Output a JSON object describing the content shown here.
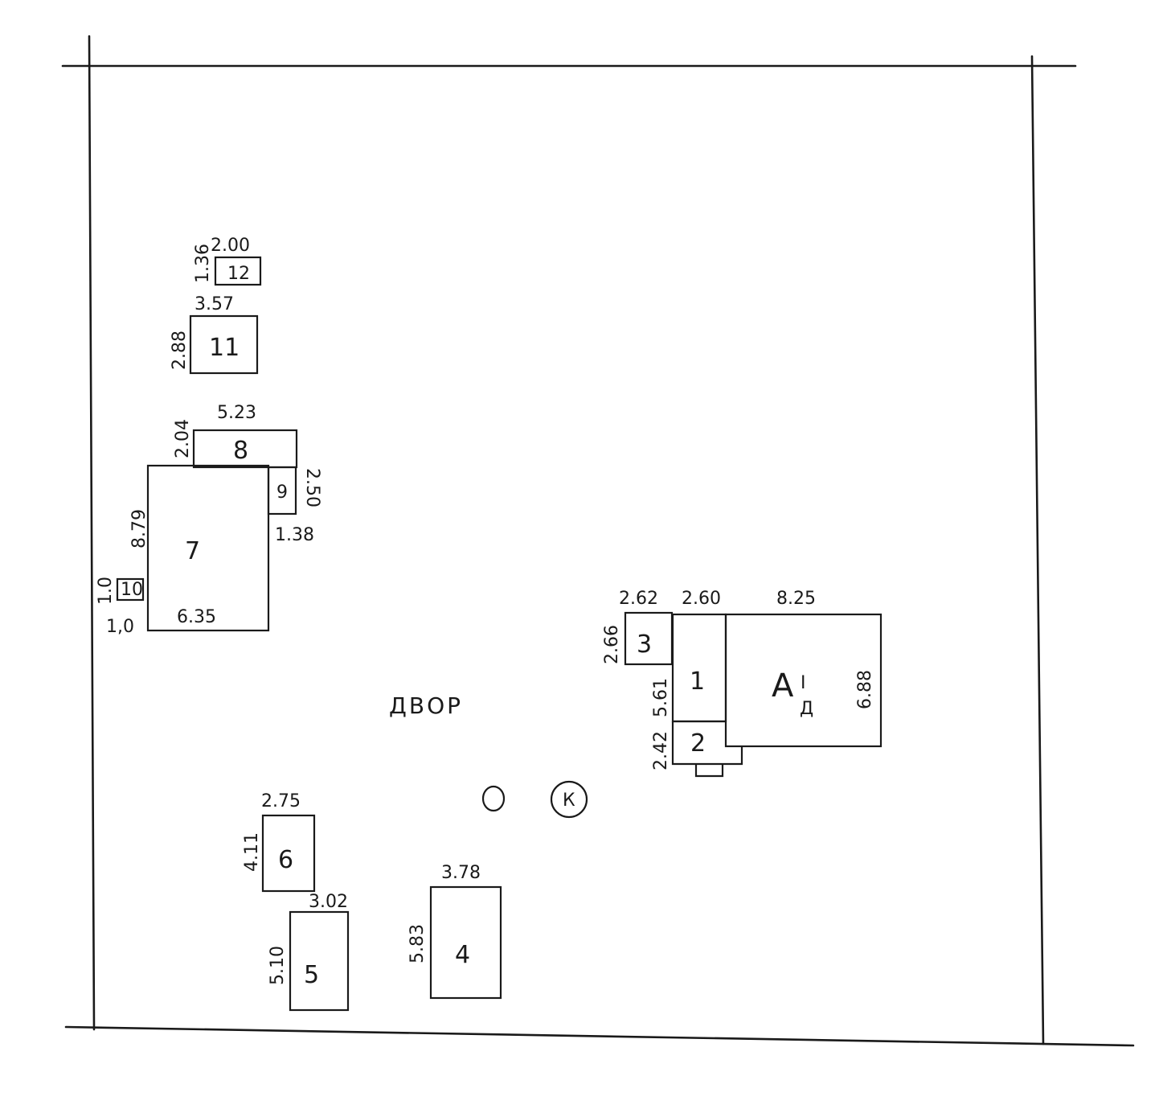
{
  "yard_label": "ДВОР",
  "well_label": "К",
  "buildings": [
    {
      "id": "b12",
      "label": "12",
      "width": "2.00",
      "height": "1.36"
    },
    {
      "id": "b11",
      "label": "11",
      "width": "3.57",
      "height": "2.88"
    },
    {
      "id": "b8",
      "label": "8",
      "width": "5.23",
      "height": "2.04"
    },
    {
      "id": "b9",
      "label": "9",
      "width": "1.38",
      "height": "2.50"
    },
    {
      "id": "b7",
      "label": "7",
      "width": "6.35",
      "height": "8.79"
    },
    {
      "id": "b10",
      "label": "10",
      "width": "1,0",
      "height": "1.0"
    },
    {
      "id": "b6",
      "label": "6",
      "width": "2.75",
      "height": "4.11"
    },
    {
      "id": "b5",
      "label": "5",
      "width": "3.02",
      "height": "5.10"
    },
    {
      "id": "b4",
      "label": "4",
      "width": "3.78",
      "height": "5.83"
    },
    {
      "id": "b3",
      "label": "3",
      "width": "2.62",
      "height": "2.66"
    },
    {
      "id": "b1",
      "label": "1",
      "width": "2.60",
      "height": "5.61"
    },
    {
      "id": "b2",
      "label": "2",
      "height": "2.42"
    },
    {
      "id": "bA",
      "label": "А",
      "width": "8.25",
      "height": "6.88",
      "superscript": "I",
      "subscript": "Д"
    }
  ]
}
